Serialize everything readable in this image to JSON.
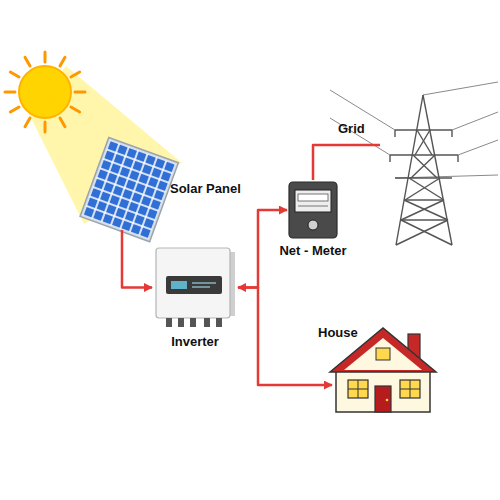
{
  "diagram": {
    "nodes": [
      {
        "text": [
          "Solar Panel"
        ]
      },
      {
        "text": [
          "Inverter"
        ]
      },
      {
        "text": [
          "Net - Meter"
        ]
      },
      {
        "text": [
          "Grid"
        ]
      },
      {
        "text": [
          "House"
        ]
      }
    ],
    "edges": [
      {
        "from": 0,
        "to": 1,
        "arrow": "to"
      },
      {
        "from": 1,
        "to": 2,
        "arrow": "both"
      },
      {
        "from": 1,
        "to": 4,
        "arrow": "to"
      },
      {
        "from": 2,
        "to": 3,
        "arrow": "none"
      }
    ]
  }
}
